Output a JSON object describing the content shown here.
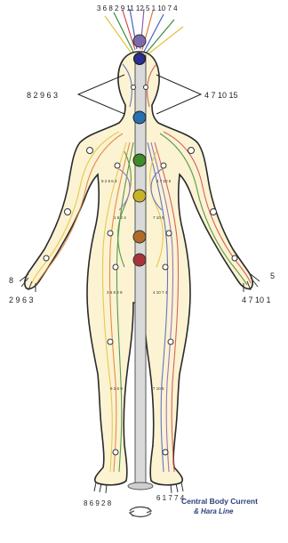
{
  "crown_numbers": "3 6 8 2 9 11 12 5 1 10 7 4",
  "left_bracket_label": "8 2 9 6 3",
  "right_bracket_label": "4 7 10 15",
  "left_hand_top": "8",
  "left_hand_bottom": "2 9 6 3",
  "right_hand_top": "5",
  "right_hand_bottom": "4 7 10 1",
  "left_foot": "8 6 9 2 8",
  "right_foot": "6 1 7 7 4",
  "chakras": [
    {
      "name": "crown",
      "color": "#7d6aa8"
    },
    {
      "name": "brow",
      "color": "#2b2f8f"
    },
    {
      "name": "throat",
      "color": "#2a6fb0"
    },
    {
      "name": "heart",
      "color": "#3f8a2a"
    },
    {
      "name": "solar-plexus",
      "color": "#c9b227"
    },
    {
      "name": "sacral",
      "color": "#b06a2a"
    },
    {
      "name": "root",
      "color": "#a8343a"
    }
  ],
  "caption_line1": "Central Body Current",
  "caption_line2": "& Hara Line",
  "accent_colors": [
    "#e3c23a",
    "#e07a2f",
    "#3a8a3a",
    "#4a5fc4",
    "#8e5fb5",
    "#d04a4a"
  ]
}
